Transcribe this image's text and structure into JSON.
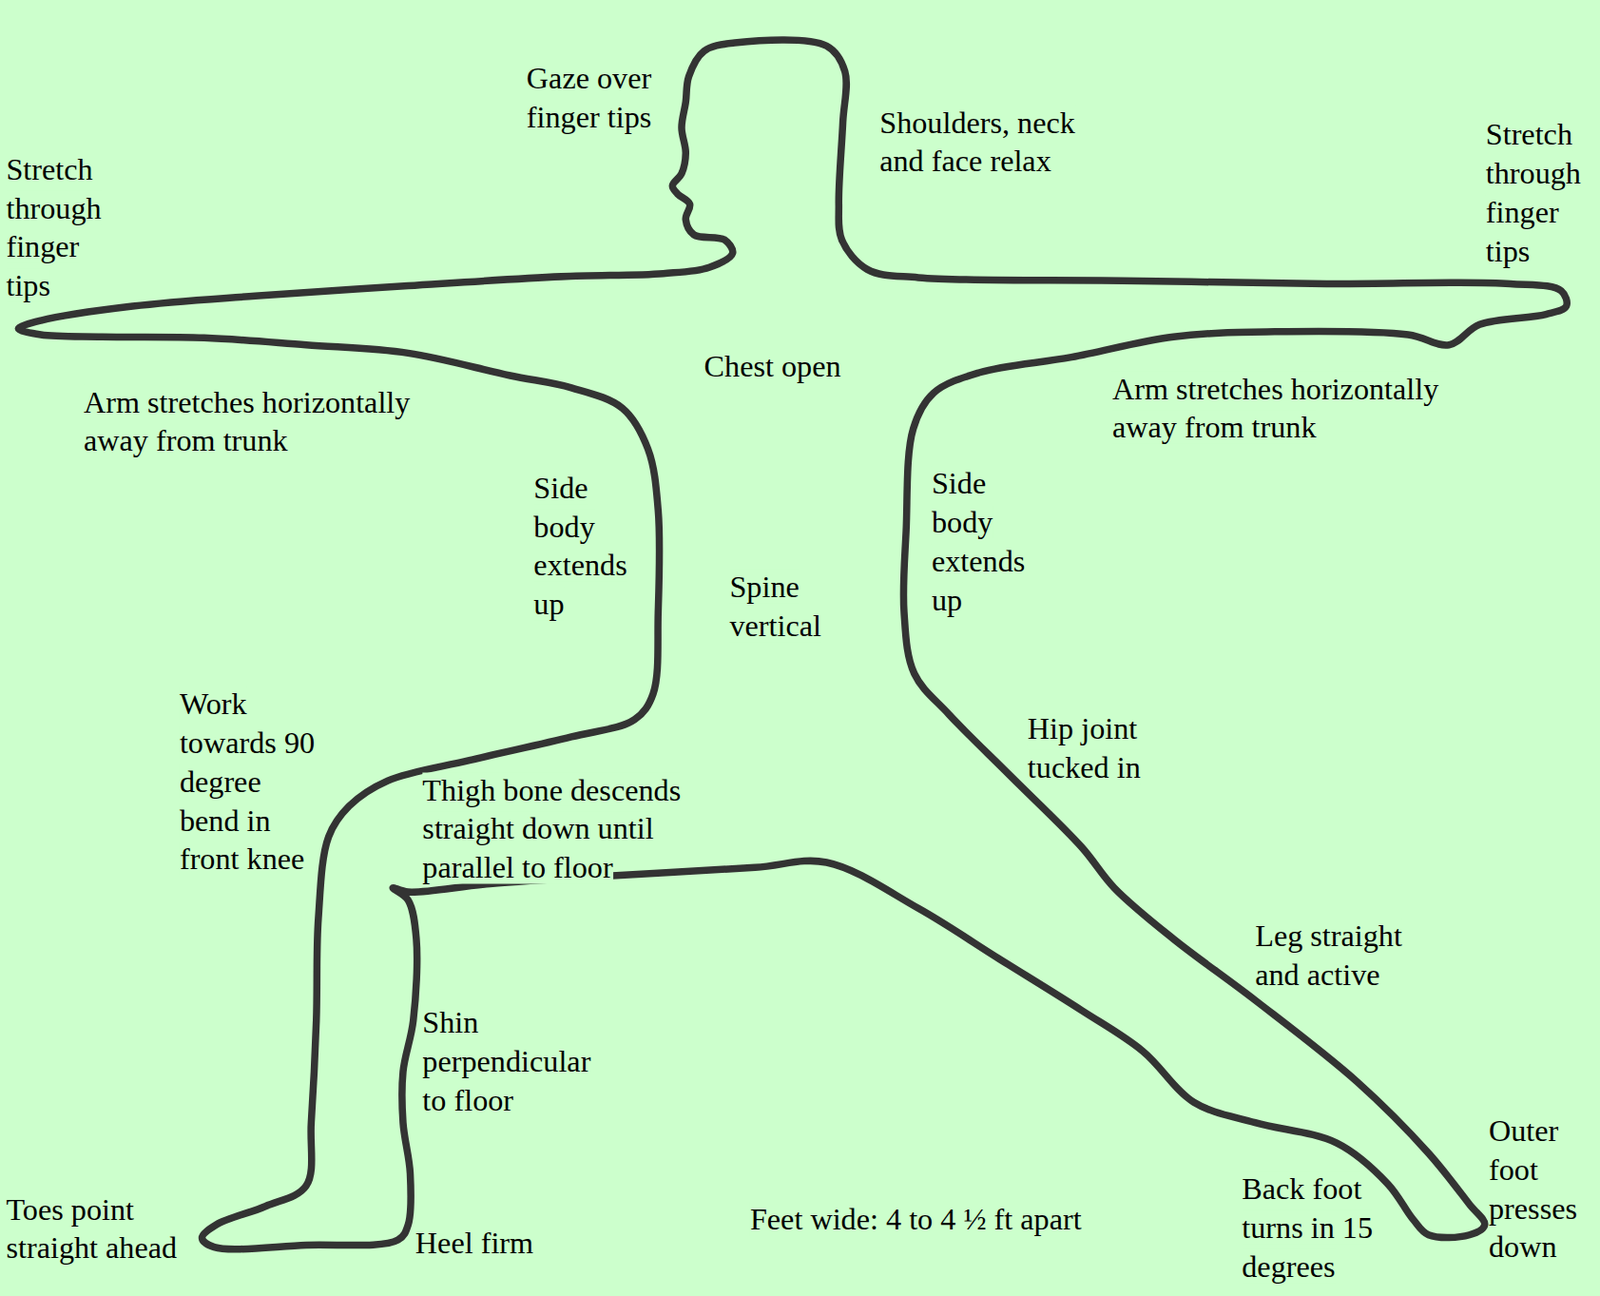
{
  "diagram": {
    "labels": [
      "Gaze over finger tips",
      "Stretch through finger tips",
      "Shoulders, neck and face relax",
      "Stretch through finger tips",
      "Chest open",
      "Arm stretches horizontally away from trunk",
      "Arm stretches horizontally away from trunk",
      "Side body extends up",
      "Side body extends up",
      "Spine vertical",
      "Work towards 90 degree bend in front knee",
      "Hip joint tucked in",
      "Thigh bone descends straight down until parallel to floor",
      "Leg straight and active",
      "Shin perpendicular to floor",
      "Outer foot presses down",
      "Back foot turns in 15 degrees",
      "Toes point straight ahead",
      "Feet wide: 4 to 4 ½ ft apart",
      "Heel firm"
    ]
  }
}
